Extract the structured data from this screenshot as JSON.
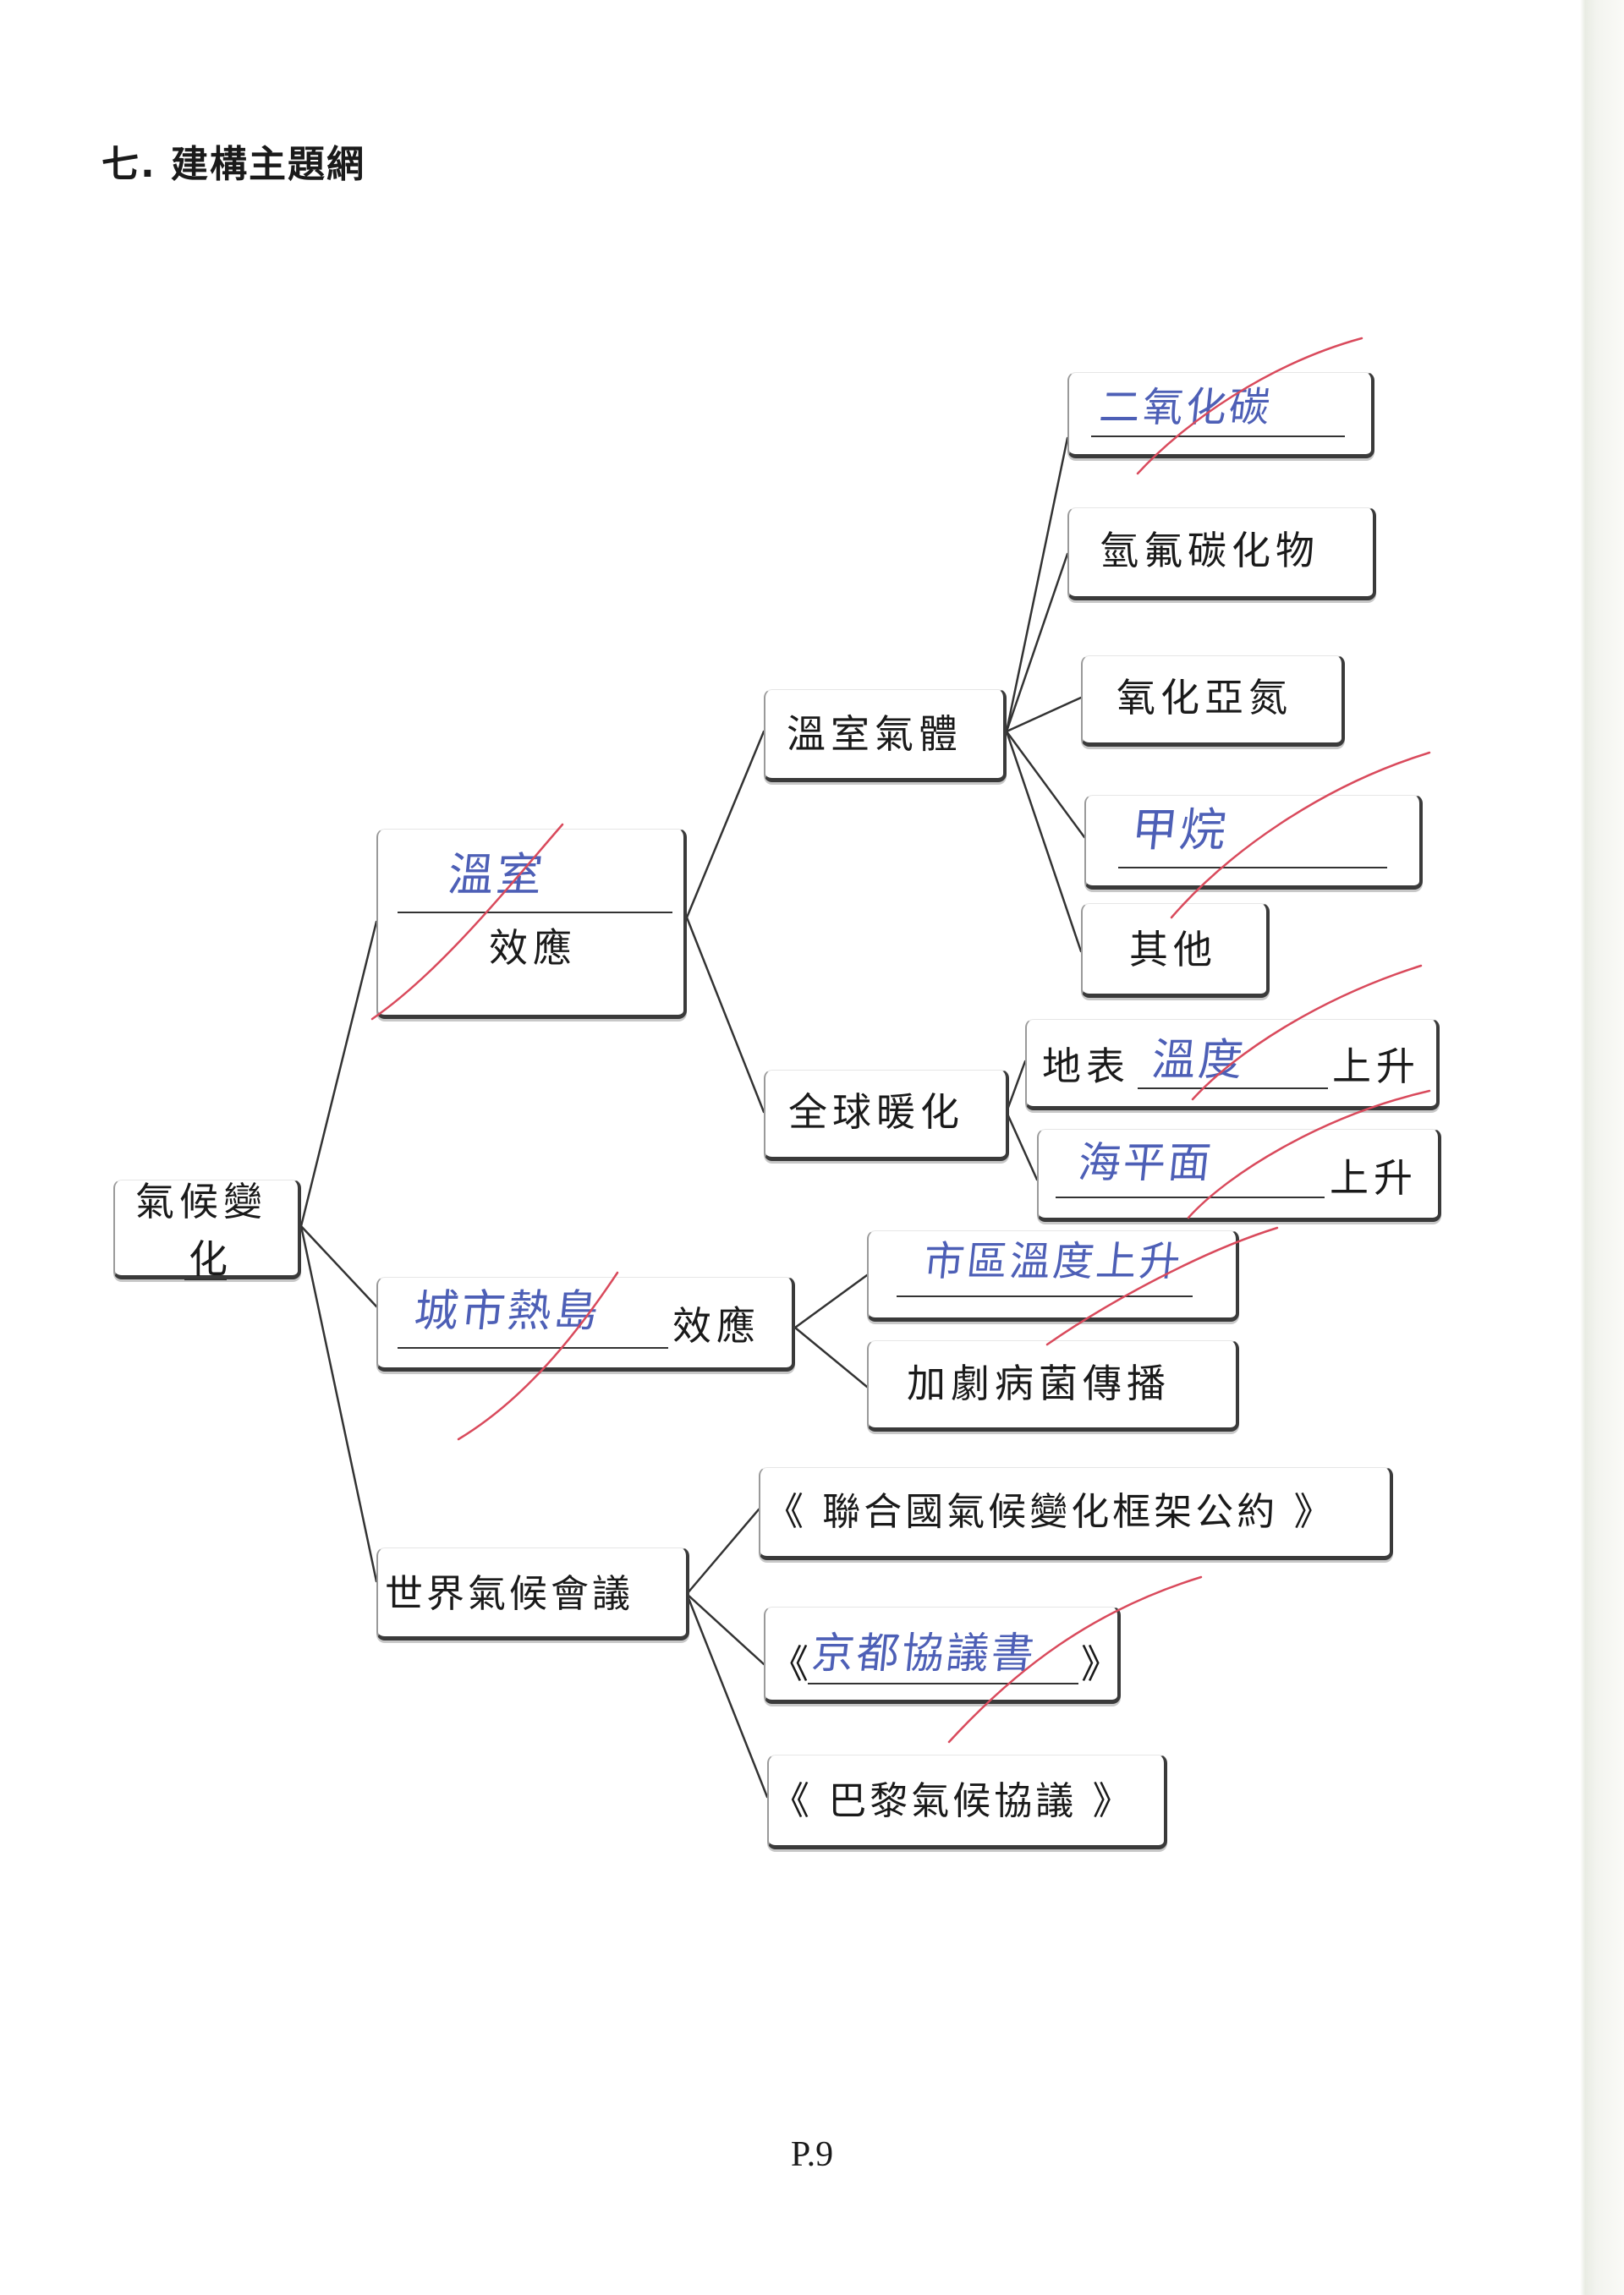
{
  "section_title": "七. 建構主題網",
  "page_number": "P.9",
  "root": {
    "label_line1": "氣候變",
    "label_line2": "化"
  },
  "greenhouse_effect": {
    "answer": "溫室",
    "suffix": "效應"
  },
  "greenhouse_gases": {
    "label": "溫室氣體",
    "items": [
      {
        "answer": "二氧化碳"
      },
      {
        "label": "氫氟碳化物"
      },
      {
        "label": "氧化亞氮"
      },
      {
        "answer": "甲烷"
      },
      {
        "label": "其他"
      }
    ]
  },
  "global_warming": {
    "label": "全球暖化",
    "surface_temp": {
      "prefix": "地表",
      "answer": "溫度",
      "suffix": "上升"
    },
    "sea_level": {
      "answer": "海平面",
      "suffix": "上升"
    }
  },
  "urban_heat_island": {
    "answer": "城市熱島",
    "suffix": "效應",
    "effects": [
      {
        "answer": "市區溫度上升"
      },
      {
        "label": "加劇病菌傳播"
      }
    ]
  },
  "climate_conferences": {
    "label": "世界氣候會議",
    "items": [
      {
        "label": "《 聯合國氣候變化框架公約 》"
      },
      {
        "open": "《",
        "answer": "京都協議書",
        "close": "》"
      },
      {
        "label": "《 巴黎氣候協議 》"
      }
    ]
  },
  "colors": {
    "handwriting": "#4d5fb6",
    "check_mark": "#d94a5c",
    "lines": "#333333",
    "box_shadow": "#3a3a3a"
  }
}
